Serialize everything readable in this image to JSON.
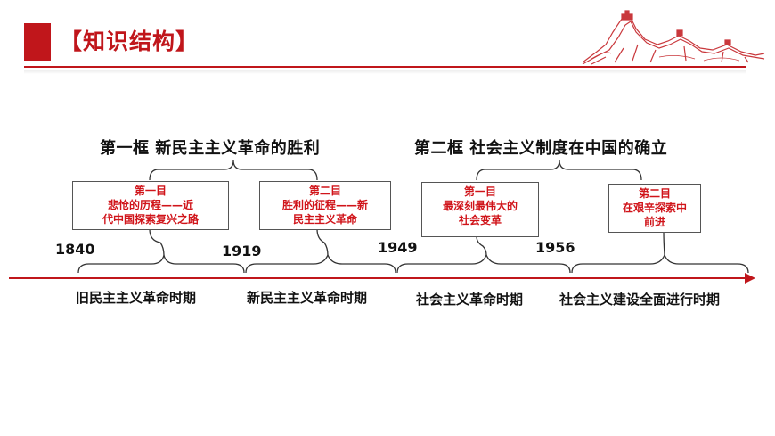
{
  "header": {
    "title": "【知识结构】"
  },
  "frames": [
    {
      "title": "第一框  新民主主义革命的胜利"
    },
    {
      "title": "第二框  社会主义制度在中国的确立"
    }
  ],
  "lessons": [
    {
      "line1": "第一目",
      "line2": "悲怆的历程——近",
      "line3": "代中国探索复兴之路"
    },
    {
      "line1": "第二目",
      "line2": "胜利的征程——新",
      "line3": "民主主义革命"
    },
    {
      "line1": "第一目",
      "line2": "最深刻最伟大的",
      "line3": "社会变革"
    },
    {
      "line1": "第二目",
      "line2": "在艰辛探索中",
      "line3": "前进"
    }
  ],
  "years": [
    "1840",
    "1919",
    "1949",
    "1956"
  ],
  "periods": [
    "旧民主主义革命时期",
    "新民主主义革命时期",
    "社会主义革命时期",
    "社会主义建设全面进行时期"
  ],
  "colors": {
    "accent": "#c0161b",
    "box_text": "#d0141a",
    "text": "#111111"
  },
  "icons": {
    "decoration": "great-wall-illustration"
  }
}
